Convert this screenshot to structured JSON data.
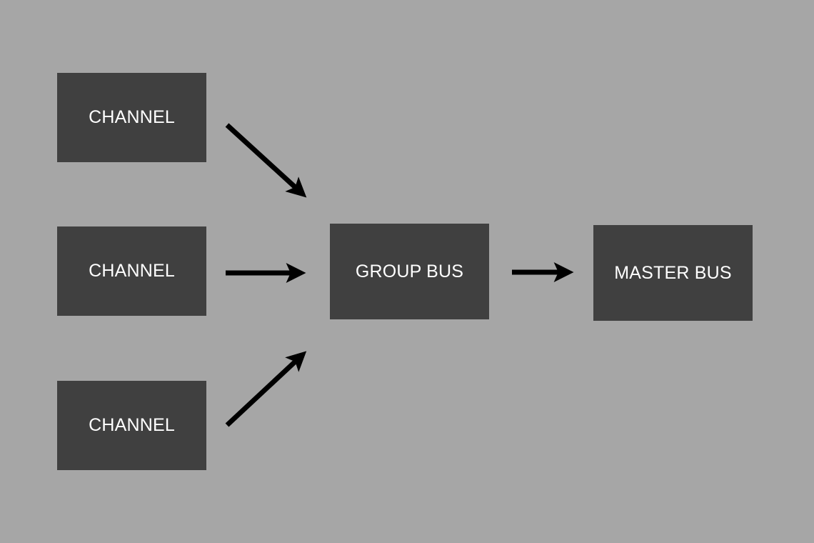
{
  "nodes": {
    "channel_1": "CHANNEL",
    "channel_2": "CHANNEL",
    "channel_3": "CHANNEL",
    "group_bus": "GROUP BUS",
    "master_bus": "MASTER BUS"
  },
  "colors": {
    "background": "#a6a6a6",
    "node_fill": "#404040",
    "node_text": "#ffffff",
    "arrow": "#000000"
  }
}
